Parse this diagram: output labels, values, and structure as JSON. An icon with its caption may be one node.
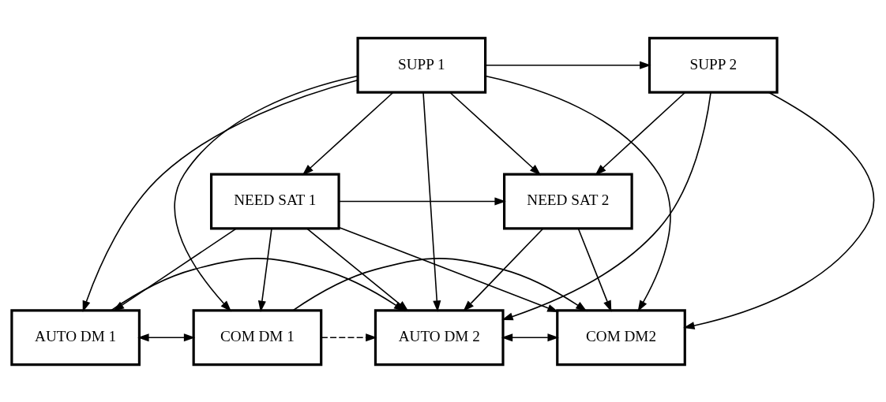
{
  "diagram": {
    "nodes": [
      {
        "text": [
          "SUPP 1"
        ]
      },
      {
        "text": [
          "SUPP 2"
        ]
      },
      {
        "text": [
          "NEED SAT 1"
        ]
      },
      {
        "text": [
          "NEED SAT 2"
        ]
      },
      {
        "text": [
          "AUTO DM 1"
        ]
      },
      {
        "text": [
          "COM DM 1"
        ]
      },
      {
        "text": [
          "AUTO DM 2"
        ]
      },
      {
        "text": [
          "COM DM2"
        ]
      }
    ],
    "edges": [
      {
        "from": 0,
        "to": 1,
        "arrow": "to"
      },
      {
        "from": 0,
        "to": 2,
        "arrow": "to"
      },
      {
        "from": 0,
        "to": 4,
        "arrow": "to"
      },
      {
        "from": 0,
        "to": 5,
        "arrow": "to"
      },
      {
        "from": 0,
        "to": 3,
        "arrow": "to"
      },
      {
        "from": 0,
        "to": 6,
        "arrow": "to"
      },
      {
        "from": 0,
        "to": 7,
        "arrow": "to"
      },
      {
        "from": 1,
        "to": 3,
        "arrow": "to"
      },
      {
        "from": 1,
        "to": 6,
        "arrow": "to"
      },
      {
        "from": 1,
        "to": 7,
        "arrow": "to"
      },
      {
        "from": 2,
        "to": 4,
        "arrow": "to"
      },
      {
        "from": 2,
        "to": 5,
        "arrow": "to"
      },
      {
        "from": 2,
        "to": 3,
        "arrow": "to"
      },
      {
        "from": 2,
        "to": 6,
        "arrow": "to"
      },
      {
        "from": 2,
        "to": 7,
        "arrow": "to"
      },
      {
        "from": 3,
        "to": 6,
        "arrow": "to"
      },
      {
        "from": 3,
        "to": 7,
        "arrow": "to"
      },
      {
        "from": 4,
        "to": 5,
        "arrow": "both"
      },
      {
        "from": 5,
        "to": 6,
        "arrow": "to",
        "style": "dashed"
      },
      {
        "from": 6,
        "to": 7,
        "arrow": "both"
      },
      {
        "from": 4,
        "to": 6,
        "arrow": "to"
      },
      {
        "from": 5,
        "to": 7,
        "arrow": "to"
      }
    ]
  }
}
